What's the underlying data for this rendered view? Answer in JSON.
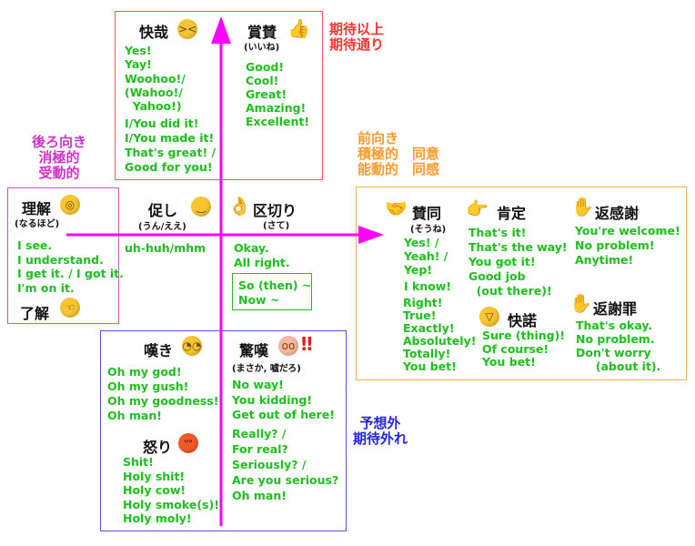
{
  "colors": {
    "axis": "#ff00ff",
    "green": "#1dbf1d",
    "red": "#ff3333",
    "orange": "#ff9a2e",
    "purple": "#cc33cc",
    "blue": "#2222ee"
  },
  "labels": {
    "above": "期待以上\n期待通り",
    "forward": "前向き\n積極的\n能動的",
    "agree": "同意\n同感",
    "backward": "後ろ向き\n消極的\n受動的",
    "unexpected": "予想外\n期待外れ"
  },
  "joy": {
    "title": "快哉",
    "icon": "grinning-squint-face",
    "lines": "Yes!\nYay!",
    "lines2": "Woohoo!/\n(Wahoo!/\n  Yahoo!)",
    "lines3": "I/You did it!\nI/You made it!\nThat's great! /\nGood for you!"
  },
  "praise": {
    "title": "賞賛",
    "sub": "(いいね)",
    "icon": "thumbs-up",
    "lines": "Good!\nCool!\nGreat!\nAmazing!\nExcellent!"
  },
  "understand": {
    "title": "理解",
    "sub": "(なるほど)",
    "icon": "monocle-face",
    "lines": "I see.\nI understand.\nI get it. / I got it.\nI'm on it.",
    "title2": "了解",
    "icon2": "saluting-face"
  },
  "prompt": {
    "title": "促し",
    "sub": "(うん/ええ)",
    "icon": "slightly-smiling-face",
    "lines": "uh-huh/mhm"
  },
  "transition": {
    "title": "区切り",
    "sub": "(さて)",
    "icon": "ok-hand",
    "lines": "Okay.\nAll right.",
    "boxed": "So (then) ~\nNow ~"
  },
  "approval": {
    "title": "賛同",
    "sub": "(そうね)",
    "icon": "handshake",
    "lines": "Yes! /\nYeah! /\nYep!",
    "lines2": "I know!",
    "lines3": "Right!\nTrue!\nExactly!\nAbsolutely!\nTotally!\nYou bet!"
  },
  "affirm": {
    "title": "肯定",
    "icon": "pointing-hand",
    "lines": "That's it!\nThat's the way!\nYou got it!\nGood job\n  (out there)!"
  },
  "consent": {
    "title": "快諾",
    "icon": "grinning-face",
    "lines": "Sure (thing)!\nOf course!\nYou bet!"
  },
  "reply_thanks": {
    "title": "返感謝",
    "icon": "raised-hand",
    "lines": "You're welcome!\nNo problem!\nAnytime!"
  },
  "reply_apology": {
    "title": "返謝罪",
    "icon": "raised-hand",
    "lines": "That's okay.\nNo problem.\nDon't worry\n     (about it)."
  },
  "lament": {
    "title": "嘆き",
    "icon": "pleading-face",
    "lines": "Oh my god!\nOh my gush!\nOh my goodness!\nOh man!"
  },
  "anger": {
    "title": "怒り",
    "icon": "angry-face",
    "lines": "Shit!\nHoly shit!\nHoly cow!\nHoly smoke(s)!\nHoly moly!"
  },
  "surprise": {
    "title": "驚嘆",
    "sub": "(まさか, 嘘だろ)",
    "icon": "flushed-face",
    "mark": "‼",
    "lines": "No way!\nYou kidding!\nGet out of here!",
    "lines2": "Really? /\nFor real?\nSeriously? /\nAre you serious?\nOh man!"
  }
}
